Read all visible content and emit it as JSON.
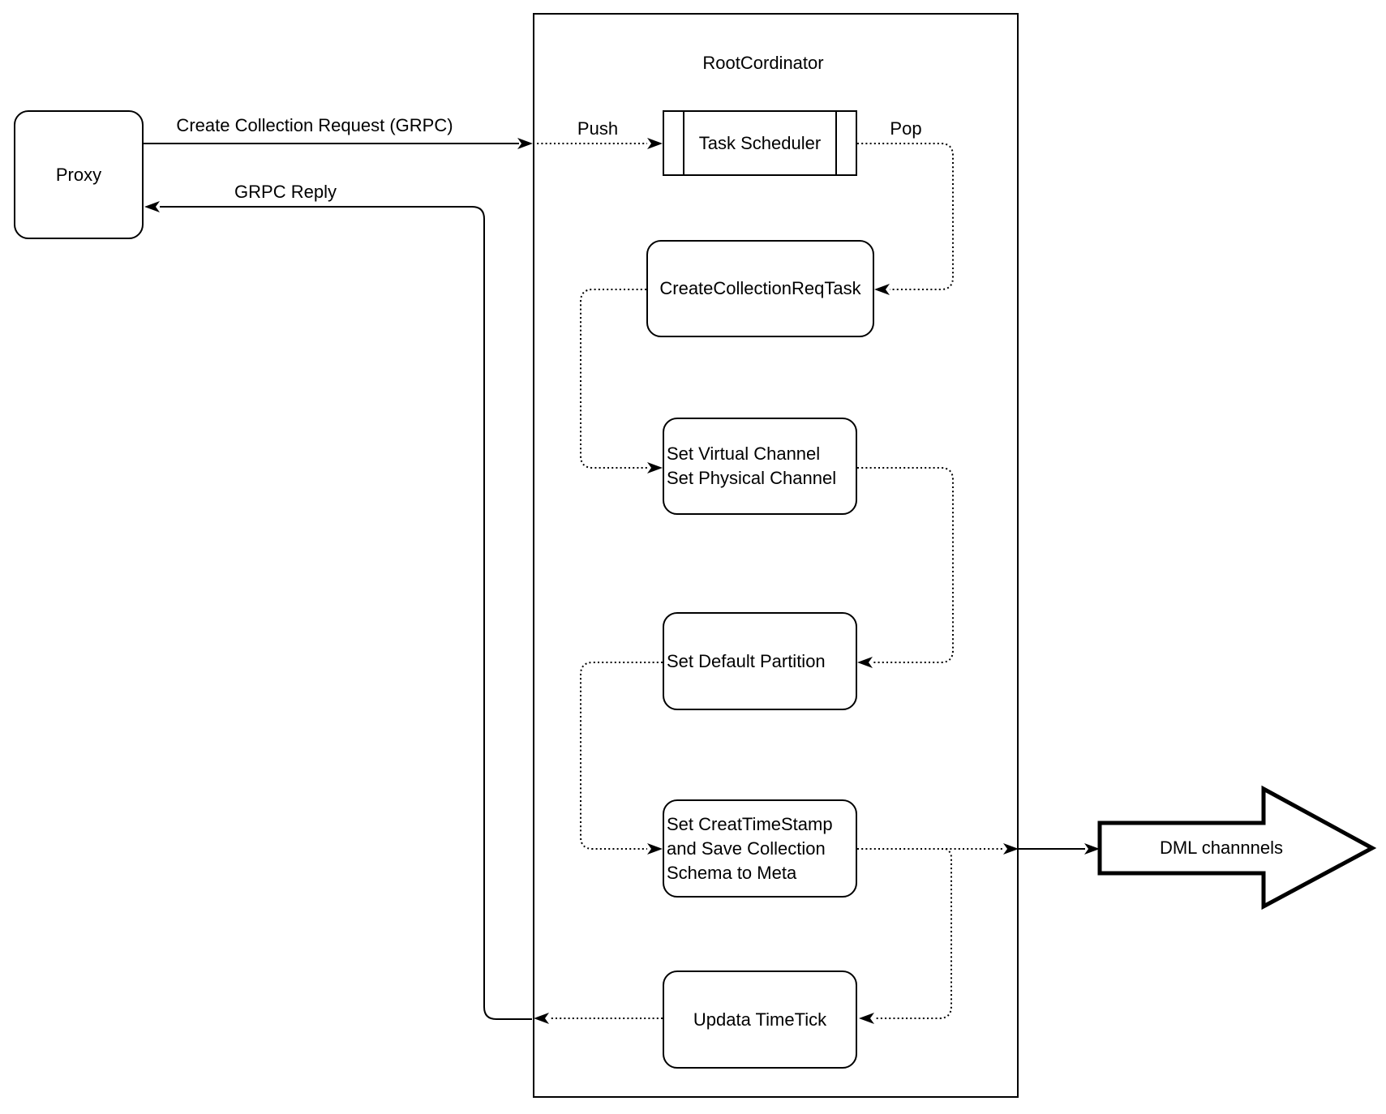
{
  "proxy_label": "Proxy",
  "root_coordinator_title": "RootCordinator",
  "edge_labels": {
    "create_collection_request": "Create Collection Request (GRPC)",
    "grpc_reply": "GRPC Reply",
    "push": "Push",
    "pop": "Pop"
  },
  "nodes": {
    "task_scheduler": {
      "label": "Task Scheduler"
    },
    "create_collection_req_task": {
      "label": "CreateCollectionReqTask"
    },
    "set_channel": {
      "line1": "Set Virtual Channel",
      "line2": "Set Physical Channel"
    },
    "set_default_partition": {
      "label": "Set Default Partition"
    },
    "set_creat_timestamp": {
      "line1": "Set CreatTimeStamp",
      "line2": "and Save Collection",
      "line3": "Schema to Meta"
    },
    "updata_timetick": {
      "label": "Updata TimeTick"
    }
  },
  "dml_channels_label": "DML channnels",
  "colors": {
    "stroke": "#000000",
    "background": "#ffffff"
  }
}
